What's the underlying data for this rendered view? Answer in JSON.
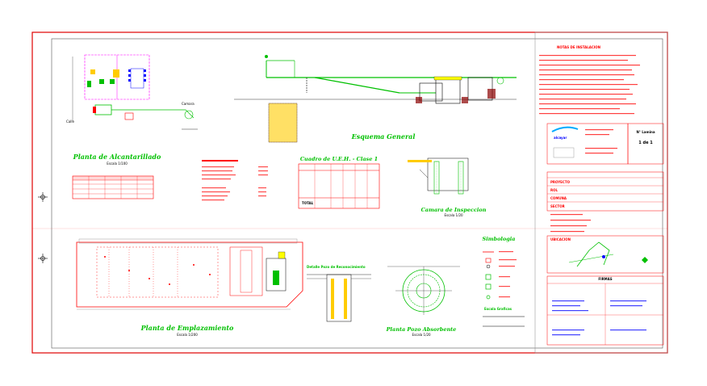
{
  "drawing": {
    "views": {
      "plan_alcantarillado": {
        "title": "Planta de Alcantarillado",
        "scale": "Escala 1/100"
      },
      "esquema_general": {
        "title": "Esquema General"
      },
      "camara_inspeccion": {
        "title": "Camara de Inspeccion",
        "scale": "Escala 1/20"
      },
      "planta_emplazamiento": {
        "title": "Planta de Emplazamiento",
        "scale": "Escala 1/200"
      },
      "planta_pozo": {
        "title": "Planta Pozo Absorbente",
        "scale": "Escala 1/20"
      },
      "detalle_pozo": {
        "title": "Detalle Pozo de Reconocimiento"
      }
    },
    "cuadro_ueh": {
      "title": "Cuadro de U.E.H. - Clase 1",
      "total_label": "TOTAL"
    },
    "simbologia": {
      "title": "Simbologia"
    },
    "escala_graficas": {
      "title": "Escala Graficas"
    }
  },
  "title_block": {
    "notes_title": "NOTAS DE INSTALACION",
    "sheet_label": "N° Lamina",
    "sheet_number": "1 de 1",
    "logo_text": "alcayar",
    "location_heading": "UBICACION",
    "firmas_heading": "FIRMAS",
    "fields": {
      "proyecto": "PROYECTO",
      "rol": "ROL",
      "comuna": "COMUNA",
      "sector": "SECTOR"
    }
  },
  "colors": {
    "background": "#ffffff",
    "border": "#e00000",
    "pipe": "#00c000",
    "text": "#ffff00",
    "cyan": "#00ffff",
    "magenta": "#ff00ff",
    "blue": "#0000ff"
  }
}
